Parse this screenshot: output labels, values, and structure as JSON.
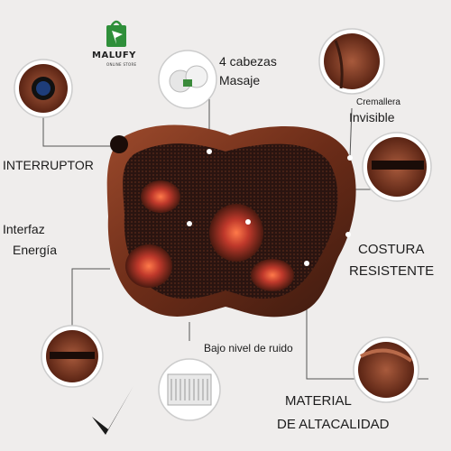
{
  "logo": {
    "name": "MALUFY",
    "tagline": "ONLINE STORE",
    "accent_color": "#2f8f3a",
    "icon": "shopping-bag-icon"
  },
  "labels": {
    "heads": "4 cabezas",
    "massage": "Masaje",
    "zipper_top": "Cremallera",
    "zipper_bottom": "Invisible",
    "switch": "INTERRUPTOR",
    "interface": "Interfaz",
    "energy": "Energía",
    "seam_top": "COSTURA",
    "seam_bottom": "RESISTENTE",
    "noise": "Bajo nivel de ruido",
    "material_top": "MATERIAL",
    "material_bottom": "DE ALTACALIDAD"
  },
  "colors": {
    "pillow_leather": "#6b2c18",
    "pillow_mesh": "#2a1410",
    "heat_glow": "#c0392b",
    "leader_lines": "#555555",
    "background": "#efedec"
  },
  "icons": {
    "check": "checkmark-icon"
  }
}
